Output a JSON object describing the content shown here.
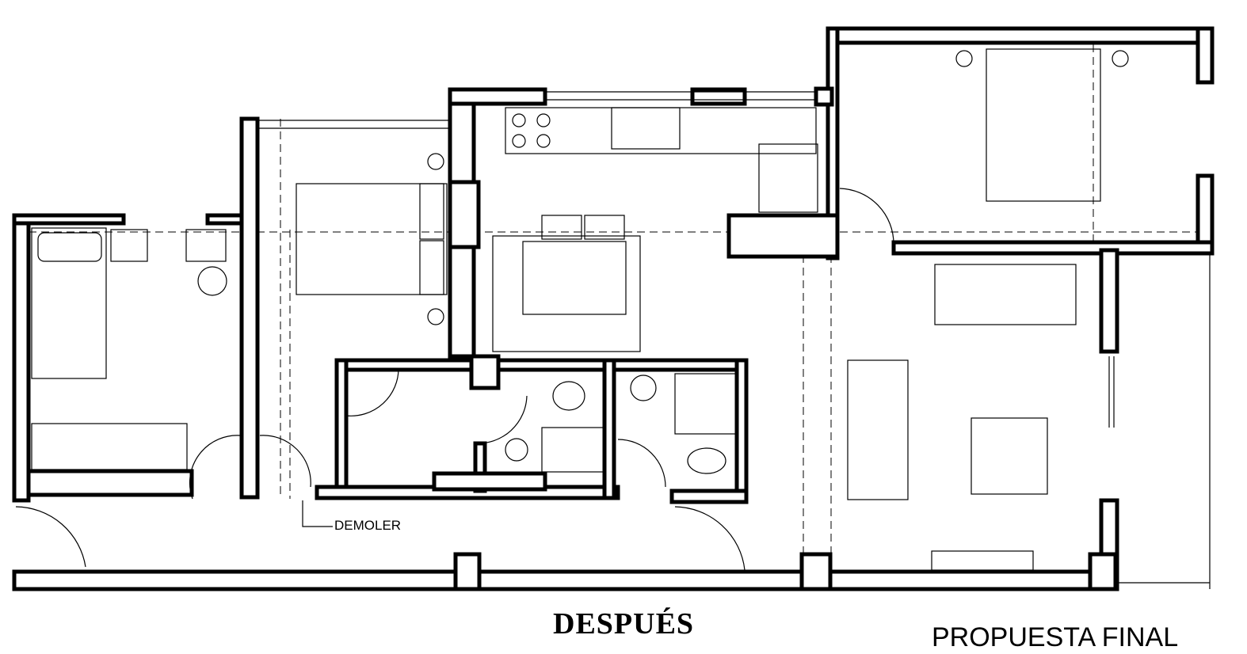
{
  "labels": {
    "demoler": "DEMOLER",
    "title": "DESPUÉS",
    "subtitle": "PROPUESTA FINAL"
  }
}
